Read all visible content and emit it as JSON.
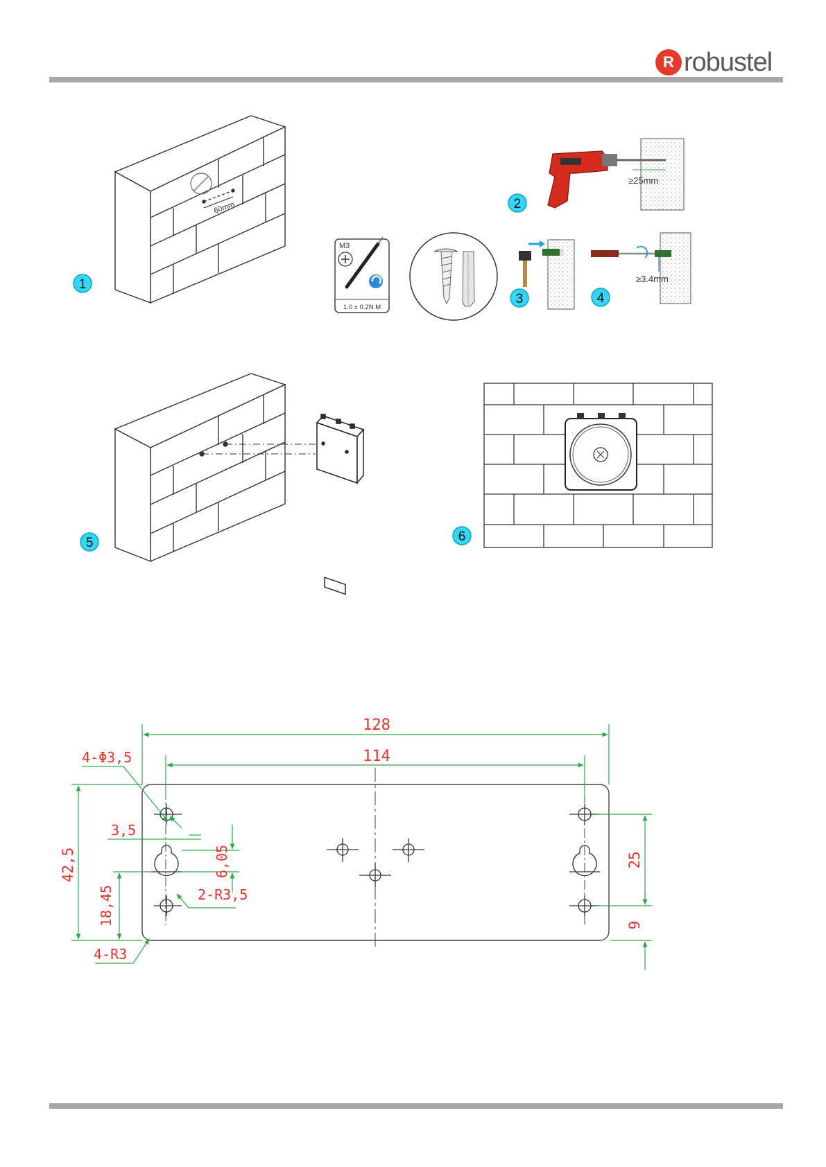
{
  "header": {
    "brand": "robustel",
    "brand_mark": "R",
    "logo_color": "#e53b2c"
  },
  "steps": {
    "s1": "1",
    "s2": "2",
    "s3": "3",
    "s4": "4",
    "s5": "5",
    "s6": "6",
    "wall_spacing": "60mm",
    "drill_depth": "≥25mm",
    "screw_clearance": "≥3.4mm",
    "screw_size": "M3",
    "torque": "1.0 ± 0.2N.M"
  },
  "drawing": {
    "total_width": "128",
    "hole_spacing": "114",
    "holes": "4-Φ3,5",
    "offset_35": "3,5",
    "height": "42,5",
    "keyhole_offset": "6,05",
    "keyholes": "2-R3,5",
    "keyhole_height": "18,45",
    "corners": "4-R3",
    "vertical_spacing": "25",
    "bottom_offset": "9"
  },
  "colors": {
    "dim_red": "#e8322a",
    "dim_green": "#2fa84a",
    "badge": "#33d6f5"
  }
}
